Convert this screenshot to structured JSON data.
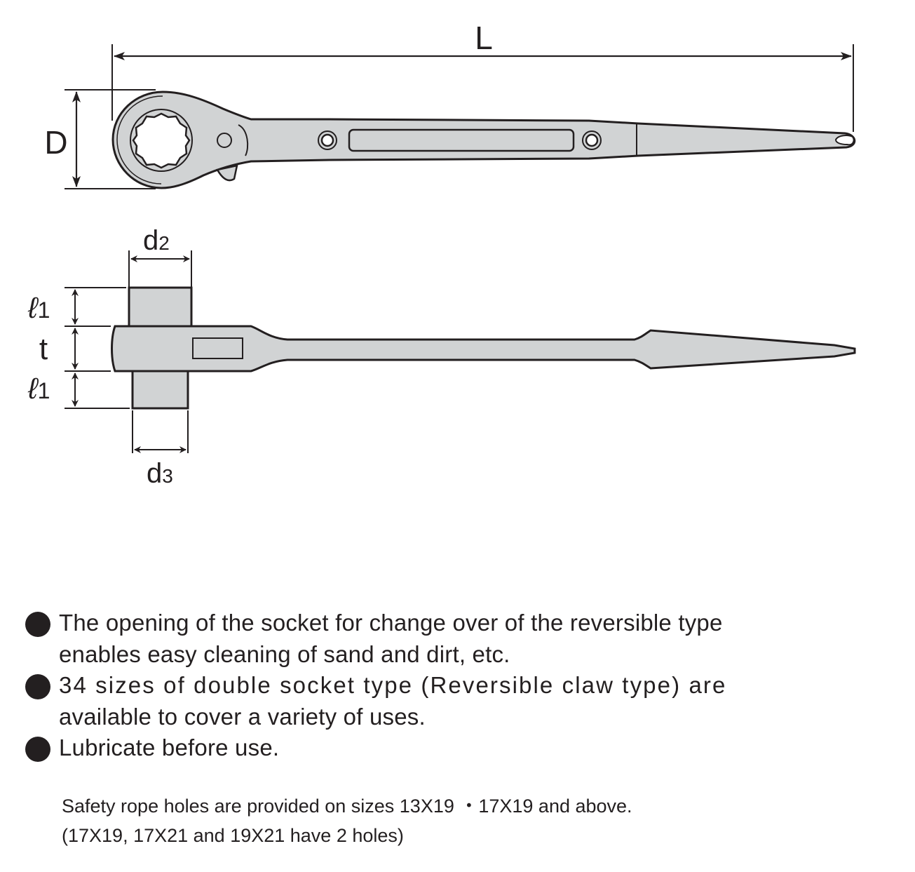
{
  "diagram": {
    "top_view": {
      "dimension_length_label": "L",
      "dimension_diameter_label": "D"
    },
    "side_view": {
      "dimension_d2_label": "d",
      "dimension_d2_sub": "2",
      "dimension_d3_label": "d",
      "dimension_d3_sub": "3",
      "dimension_l1_top_label": "ℓ",
      "dimension_l1_top_sub": "1",
      "dimension_t_label": "t",
      "dimension_l1_bottom_label": "ℓ",
      "dimension_l1_bottom_sub": "1"
    },
    "colors": {
      "fill": "#d1d3d4",
      "stroke": "#231f20"
    }
  },
  "features": [
    {
      "icon": "bullet-dot",
      "line1": "The opening of the socket for change over of the reversible type",
      "line2": "enables easy cleaning of sand and dirt, etc."
    },
    {
      "icon": "bullet-dot",
      "line1": "34 sizes of double socket type (Reversible claw type) are",
      "line2": "available to cover a variety of uses."
    },
    {
      "icon": "bullet-dot",
      "line1": "Lubricate before use."
    }
  ],
  "note": {
    "line1": "Safety rope holes are provided on sizes  13X19 ・17X19 and above.",
    "line2": "(17X19, 17X21 and 19X21 have 2 holes)"
  }
}
